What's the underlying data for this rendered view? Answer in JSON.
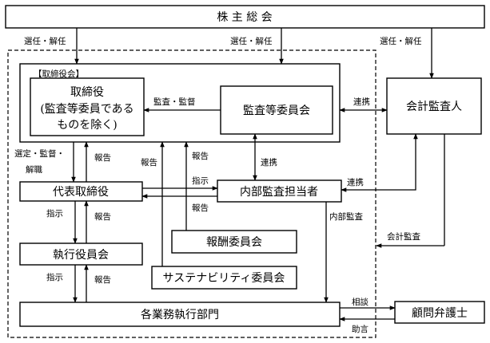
{
  "boxes": {
    "shareholders": "株 主 総 会",
    "board_header": "【取締役会】",
    "directors_line1": "取締役",
    "directors_line2": "(監査等委員である",
    "directors_line3": "ものを除く)",
    "audit_committee": "監査等委員会",
    "accounting_auditor": "会計監査人",
    "representative": "代表取締役",
    "internal_audit": "内部監査担当者",
    "executive_committee": "執行役員会",
    "compensation": "報酬委員会",
    "sustainability": "サステナビリティ委員会",
    "departments": "各業務執行部門",
    "lawyer": "顧問弁護士"
  },
  "labels": {
    "elect_left": "選任・解任",
    "elect_mid": "選任・解任",
    "elect_right": "選任・解任",
    "audit_supervise": "監査・監督",
    "coop_audit_acct": "連携",
    "select_line1": "選定・監督・",
    "select_line2": "解職",
    "report_rep_board": "報告",
    "report_internal_board": "報告",
    "report_comp_board": "報告",
    "coop_audit_internal": "連携",
    "instruct_rep_internal": "指示",
    "report_internal_rep": "報告",
    "coop_internal_acct": "連携",
    "instruct_rep_exec": "指示",
    "report_exec_rep": "報告",
    "internal_audit_label": "内部監査",
    "acct_audit_label": "会計監査",
    "instruct_exec_dept": "指示",
    "report_dept_exec": "報告",
    "consult": "相談",
    "advice": "助言"
  }
}
